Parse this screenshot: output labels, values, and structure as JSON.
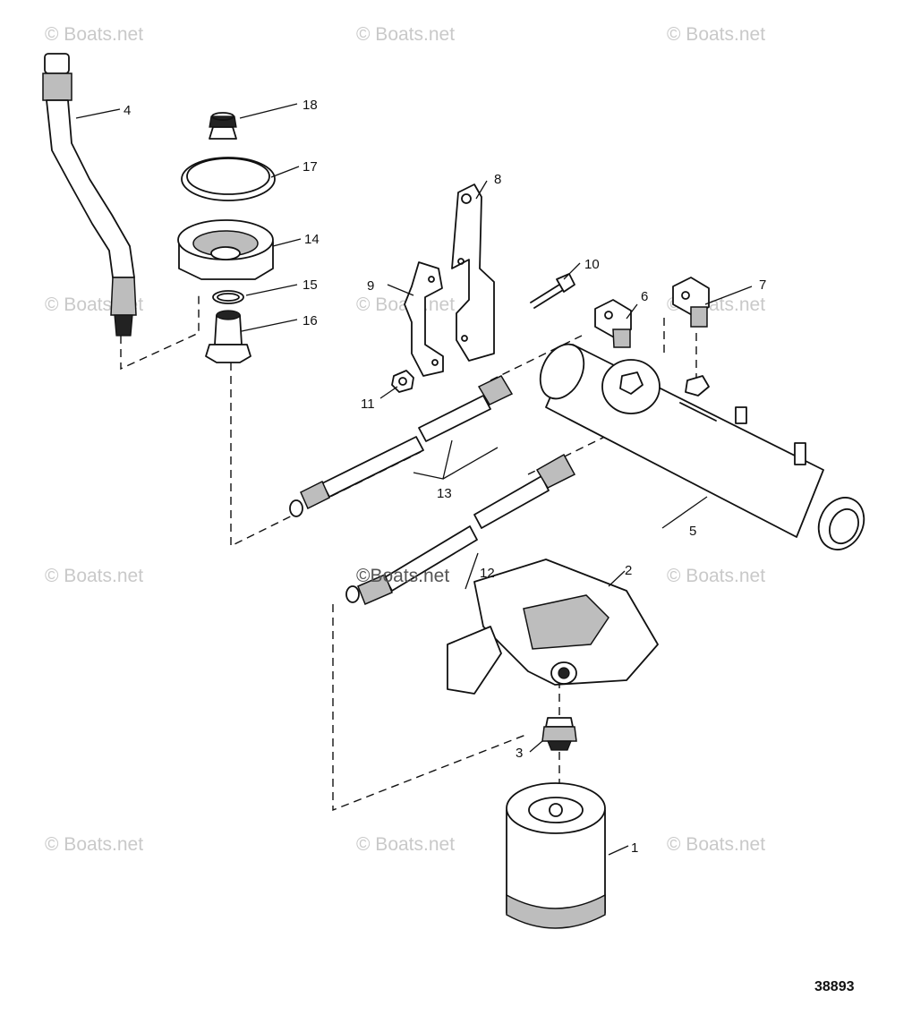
{
  "watermark": {
    "text": "© Boats.net",
    "overlay_text": "©Boats.net"
  },
  "figure_number": "38893",
  "callouts": {
    "c1": "1",
    "c2": "2",
    "c3": "3",
    "c4": "4",
    "c5": "5",
    "c6": "6",
    "c7": "7",
    "c8": "8",
    "c9": "9",
    "c10": "10",
    "c11": "11",
    "c12": "12",
    "c13": "13",
    "c14": "14",
    "c15": "15",
    "c16": "16",
    "c17": "17",
    "c18": "18"
  }
}
